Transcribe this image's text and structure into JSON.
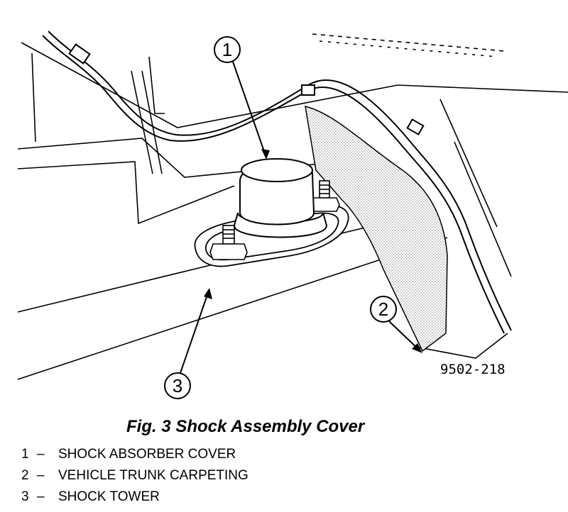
{
  "figure": {
    "part_code": "9502-218",
    "callouts": [
      {
        "num": "1"
      },
      {
        "num": "2"
      },
      {
        "num": "3"
      }
    ]
  },
  "caption": "Fig. 3 Shock Assembly Cover",
  "legend": [
    {
      "num": "1",
      "sep": "–",
      "label": "SHOCK ABSORBER COVER"
    },
    {
      "num": "2",
      "sep": "–",
      "label": "VEHICLE TRUNK CARPETING"
    },
    {
      "num": "3",
      "sep": "–",
      "label": "SHOCK TOWER"
    }
  ]
}
